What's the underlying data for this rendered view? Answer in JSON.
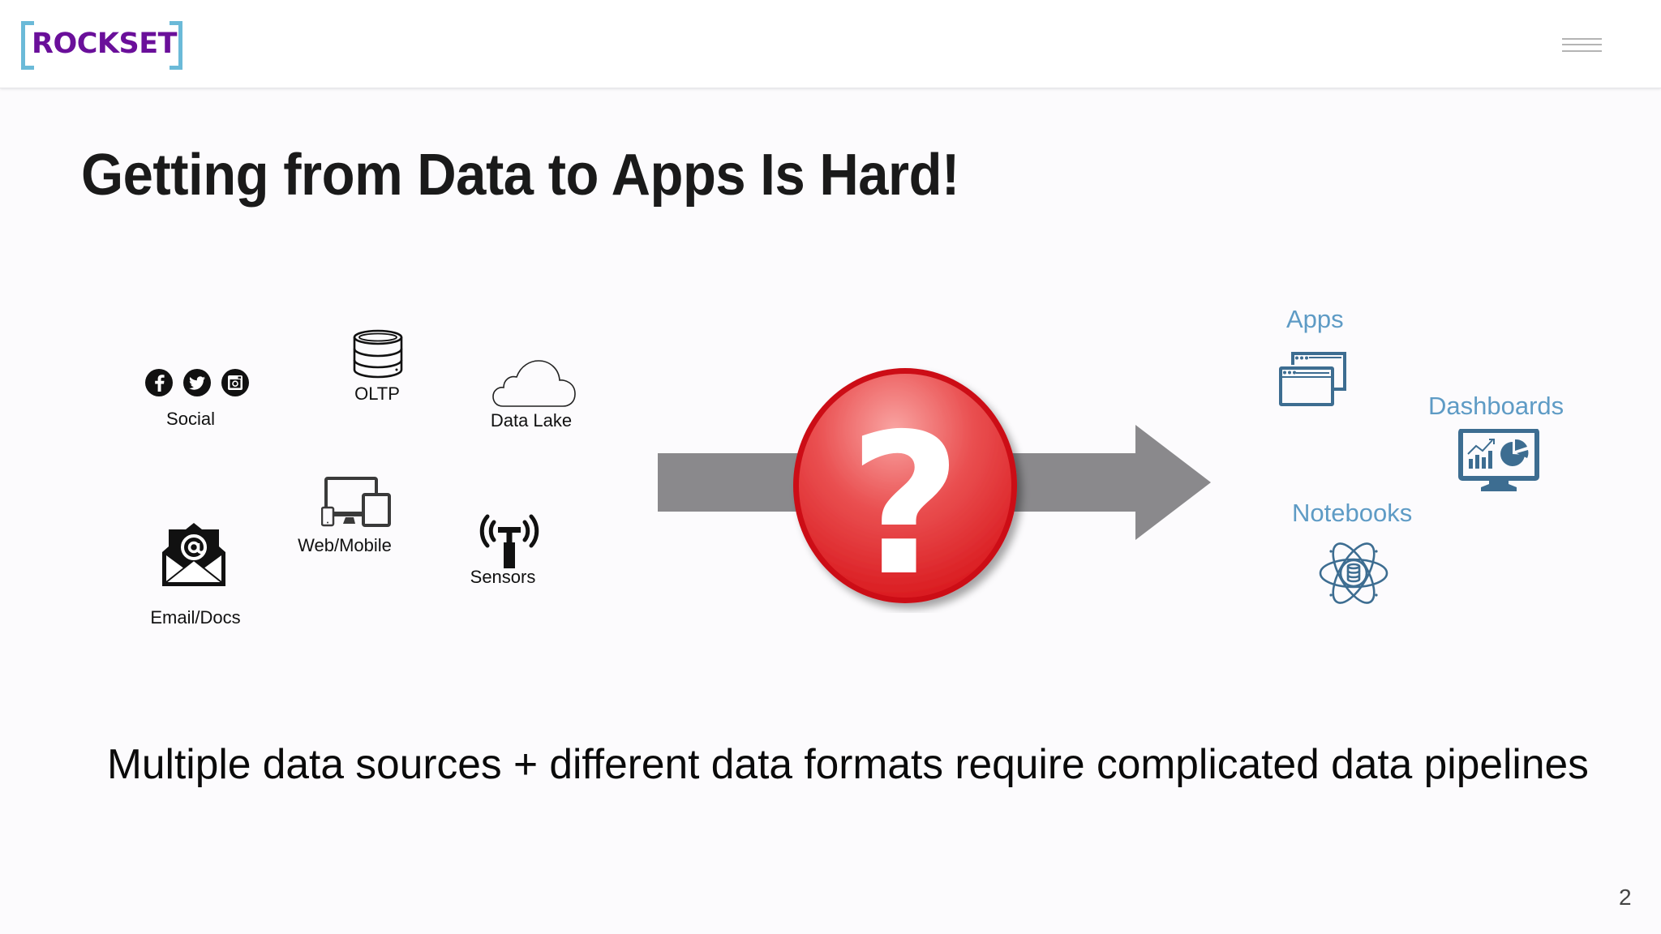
{
  "header": {
    "logo_text": "ROCKSET",
    "menu_icon": "hamburger-menu-icon"
  },
  "slide": {
    "title": "Getting from Data to Apps Is Hard!",
    "sources": [
      {
        "label": "Social",
        "icon": "social-icons"
      },
      {
        "label": "OLTP",
        "icon": "database-icon"
      },
      {
        "label": "Data Lake",
        "icon": "cloud-icon"
      },
      {
        "label": "Email/Docs",
        "icon": "email-envelope-icon"
      },
      {
        "label": "Web/Mobile",
        "icon": "devices-icon"
      },
      {
        "label": "Sensors",
        "icon": "sensor-antenna-icon"
      }
    ],
    "center": {
      "symbol": "?",
      "icon": "question-mark-icon",
      "arrow_icon": "arrow-right-icon"
    },
    "destinations": [
      {
        "label": "Apps",
        "icon": "app-windows-icon"
      },
      {
        "label": "Dashboards",
        "icon": "dashboard-monitor-icon"
      },
      {
        "label": "Notebooks",
        "icon": "atom-notebook-icon"
      }
    ],
    "subtitle": "Multiple data sources + different data formats require complicated data pipelines",
    "page_number": "2"
  },
  "colors": {
    "brand_purple": "#6a0f9a",
    "brand_bracket_blue": "#6bbad8",
    "destination_blue": "#5e9bc5",
    "destination_icon_blue": "#3d6d91",
    "arrow_gray": "#8a898c",
    "question_red": "#e0262b"
  }
}
